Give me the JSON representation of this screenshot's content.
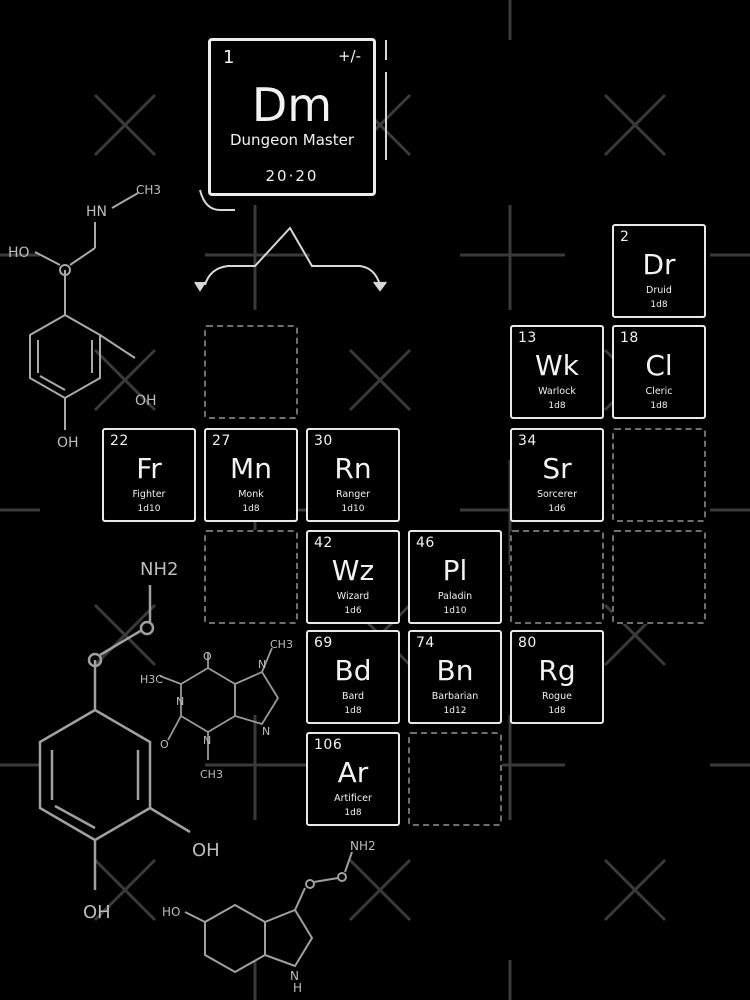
{
  "master": {
    "number": "1",
    "charge": "+/-",
    "symbol": "Dm",
    "name": "Dungeon Master",
    "year": "20·20"
  },
  "elements": [
    {
      "number": "2",
      "symbol": "Dr",
      "name": "Druid",
      "die": "1d8"
    },
    {
      "number": "13",
      "symbol": "Wk",
      "name": "Warlock",
      "die": "1d8"
    },
    {
      "number": "18",
      "symbol": "Cl",
      "name": "Cleric",
      "die": "1d8"
    },
    {
      "number": "22",
      "symbol": "Fr",
      "name": "Fighter",
      "die": "1d10"
    },
    {
      "number": "27",
      "symbol": "Mn",
      "name": "Monk",
      "die": "1d8"
    },
    {
      "number": "30",
      "symbol": "Rn",
      "name": "Ranger",
      "die": "1d10"
    },
    {
      "number": "34",
      "symbol": "Sr",
      "name": "Sorcerer",
      "die": "1d6"
    },
    {
      "number": "42",
      "symbol": "Wz",
      "name": "Wizard",
      "die": "1d6"
    },
    {
      "number": "46",
      "symbol": "Pl",
      "name": "Paladin",
      "die": "1d10"
    },
    {
      "number": "69",
      "symbol": "Bd",
      "name": "Bard",
      "die": "1d8"
    },
    {
      "number": "74",
      "symbol": "Bn",
      "name": "Barbarian",
      "die": "1d12"
    },
    {
      "number": "80",
      "symbol": "Rg",
      "name": "Rogue",
      "die": "1d8"
    },
    {
      "number": "106",
      "symbol": "Ar",
      "name": "Artificer",
      "die": "1d8"
    }
  ],
  "molecules": {
    "adrenaline": {
      "amine": "HN",
      "methyl": "CH3",
      "hydroxyl_top": "HO",
      "hydroxyl_1": "OH",
      "hydroxyl_2": "OH"
    },
    "dopamine": {
      "amine": "NH2",
      "hydroxyl_1": "OH",
      "hydroxyl_2": "OH"
    },
    "caffeine": {
      "methyl_1": "CH3",
      "methyl_2": "H3C",
      "methyl_3": "CH3",
      "n1": "N",
      "n2": "N",
      "n3": "N",
      "n4": "N",
      "o1": "O",
      "o2": "O"
    },
    "serotonin": {
      "hydroxyl": "HO",
      "amine": "NH2",
      "nh": "N",
      "h": "H"
    }
  },
  "colors": {
    "background": "#000000",
    "cell_border": "#e9e9e9",
    "ghost": "#6f6f6f"
  }
}
